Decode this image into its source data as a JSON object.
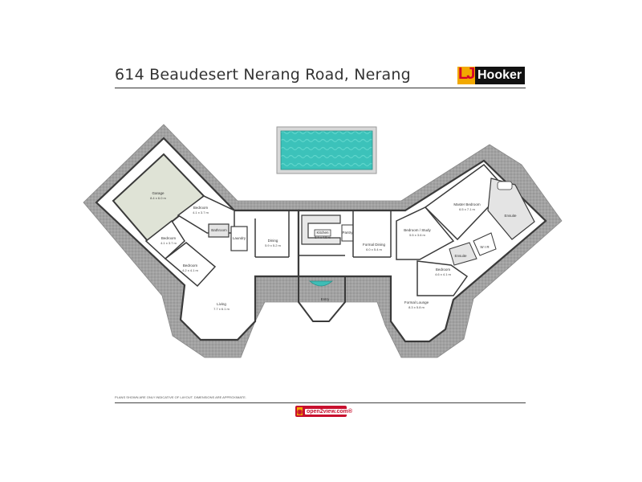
{
  "header": {
    "title": "614 Beaudesert Nerang Road, Nerang",
    "logo_mark": "LJ",
    "logo_word": "Hooker"
  },
  "rooms": {
    "garage": {
      "name": "Garage",
      "dims": "8.4 x 6.0 m"
    },
    "bedroom_a": {
      "name": "Bedroom",
      "dims": "4.1 x 3.7 m"
    },
    "bathroom": {
      "name": "Bathroom"
    },
    "laundry": {
      "name": "Laundry"
    },
    "bedroom_b": {
      "name": "Bedroom",
      "dims": "4.1 x 3.7 m"
    },
    "bedroom_c": {
      "name": "Bedroom",
      "dims": "4.2 x 4.1 m"
    },
    "dining": {
      "name": "Dining",
      "dims": "5.9 x 5.2 m"
    },
    "kitchen": {
      "name": "Kitchen",
      "dims": "6.4 x 4.5 m"
    },
    "pantry": {
      "name": "Pantry"
    },
    "formal_dining": {
      "name": "Formal Dining",
      "dims": "6.0 x 5.4 m"
    },
    "bedroom_study": {
      "name": "Bedroom / Study",
      "dims": "5.5 x 3.6 m"
    },
    "master_bedroom": {
      "name": "Master Bedroom",
      "dims": "6.5 x 7.1 m"
    },
    "ensuite_master": {
      "name": "Ensuite"
    },
    "ensuite_small": {
      "name": "Ensuite"
    },
    "wir": {
      "name": "W I R"
    },
    "bedroom_d": {
      "name": "Bedroom",
      "dims": "4.6 x 4.1 m"
    },
    "formal_lounge": {
      "name": "Formal Lounge",
      "dims": "8.3 x 5.8 m"
    },
    "living": {
      "name": "Living",
      "dims": "7.7 x 6.1 m"
    },
    "entry": {
      "name": "Entry"
    }
  },
  "footer": {
    "disclaimer": "PLANS SHOWN ARE ONLY INDICATIVE OF LAYOUT. DIMENSIONS ARE APPROXIMATE.",
    "badge_text": "open2view.com®"
  },
  "colors": {
    "deck": "#9a9a9a",
    "wall": "#3a3a3a",
    "floor": "#ffffff",
    "garage_floor": "#dfe3d6",
    "bath_floor": "#e4e4e4",
    "pool_water": "#3fbdb6",
    "pool_edge": "#d9d9d9"
  }
}
